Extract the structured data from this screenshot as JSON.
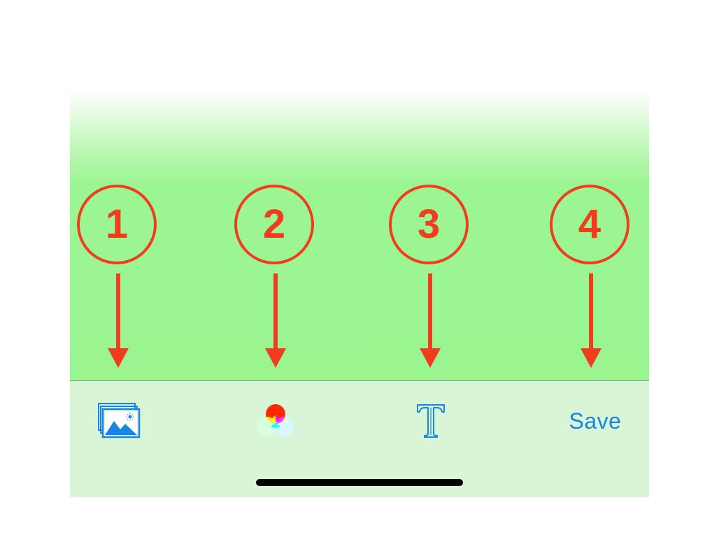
{
  "callouts": [
    {
      "number": "1"
    },
    {
      "number": "2"
    },
    {
      "number": "3"
    },
    {
      "number": "4"
    }
  ],
  "toolbar": {
    "photos_icon": "photo-library-icon",
    "colors_icon": "color-wheel-icon",
    "text_icon": "text-tool-icon",
    "save_label": "Save"
  },
  "colors": {
    "callout": "#f13c1e",
    "toolbar_accent": "#1a84e5",
    "canvas": "#9af591",
    "toolbar_bg": "#d8f6d6"
  }
}
